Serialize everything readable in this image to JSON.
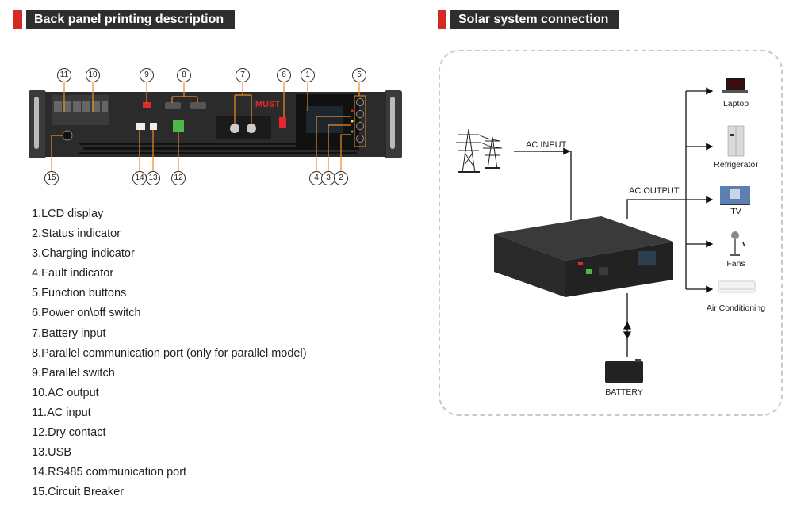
{
  "left_section": {
    "title": "Back panel printing description",
    "callouts": [
      "1",
      "2",
      "3",
      "4",
      "5",
      "6",
      "7",
      "8",
      "9",
      "10",
      "11",
      "12",
      "13",
      "14",
      "15"
    ],
    "panel_brand": "MUST",
    "items": [
      {
        "num": "1. ",
        "label": "LCD display"
      },
      {
        "num": "2. ",
        "label": "Status indicator"
      },
      {
        "num": "3. ",
        "label": "Charging indicator"
      },
      {
        "num": "4. ",
        "label": "Fault indicator"
      },
      {
        "num": "5. ",
        "label": "Function buttons"
      },
      {
        "num": "6. ",
        "label": "Power on\\off switch"
      },
      {
        "num": "7. ",
        "label": "Battery input"
      },
      {
        "num": "8. ",
        "label": "Parallel communication port (only for parallel model)"
      },
      {
        "num": "9. ",
        "label": "Parallel switch"
      },
      {
        "num": "10.",
        "label": "AC output"
      },
      {
        "num": "11.",
        "label": "AC input"
      },
      {
        "num": "12.",
        "label": "Dry contact"
      },
      {
        "num": "13.",
        "label": "USB"
      },
      {
        "num": "14.",
        "label": "RS485 communication port"
      },
      {
        "num": "15.",
        "label": "Circuit Breaker"
      }
    ]
  },
  "right_section": {
    "title": "Solar system connection",
    "ac_input_label": "AC INPUT",
    "ac_output_label": "AC OUTPUT",
    "battery_label": "BATTERY",
    "loads": [
      {
        "label": "Laptop",
        "icon": "laptop-icon"
      },
      {
        "label": "Refrigerator",
        "icon": "refrigerator-icon"
      },
      {
        "label": "TV",
        "icon": "tv-icon"
      },
      {
        "label": "Fans",
        "icon": "fan-icon"
      },
      {
        "label": "Air Conditioning",
        "icon": "air-conditioner-icon"
      }
    ]
  },
  "colors": {
    "accent_red": "#d42a22",
    "header_bg": "#2e2e2e",
    "callout_line": "#f08a24",
    "panel_body": "#2b2b2b"
  }
}
